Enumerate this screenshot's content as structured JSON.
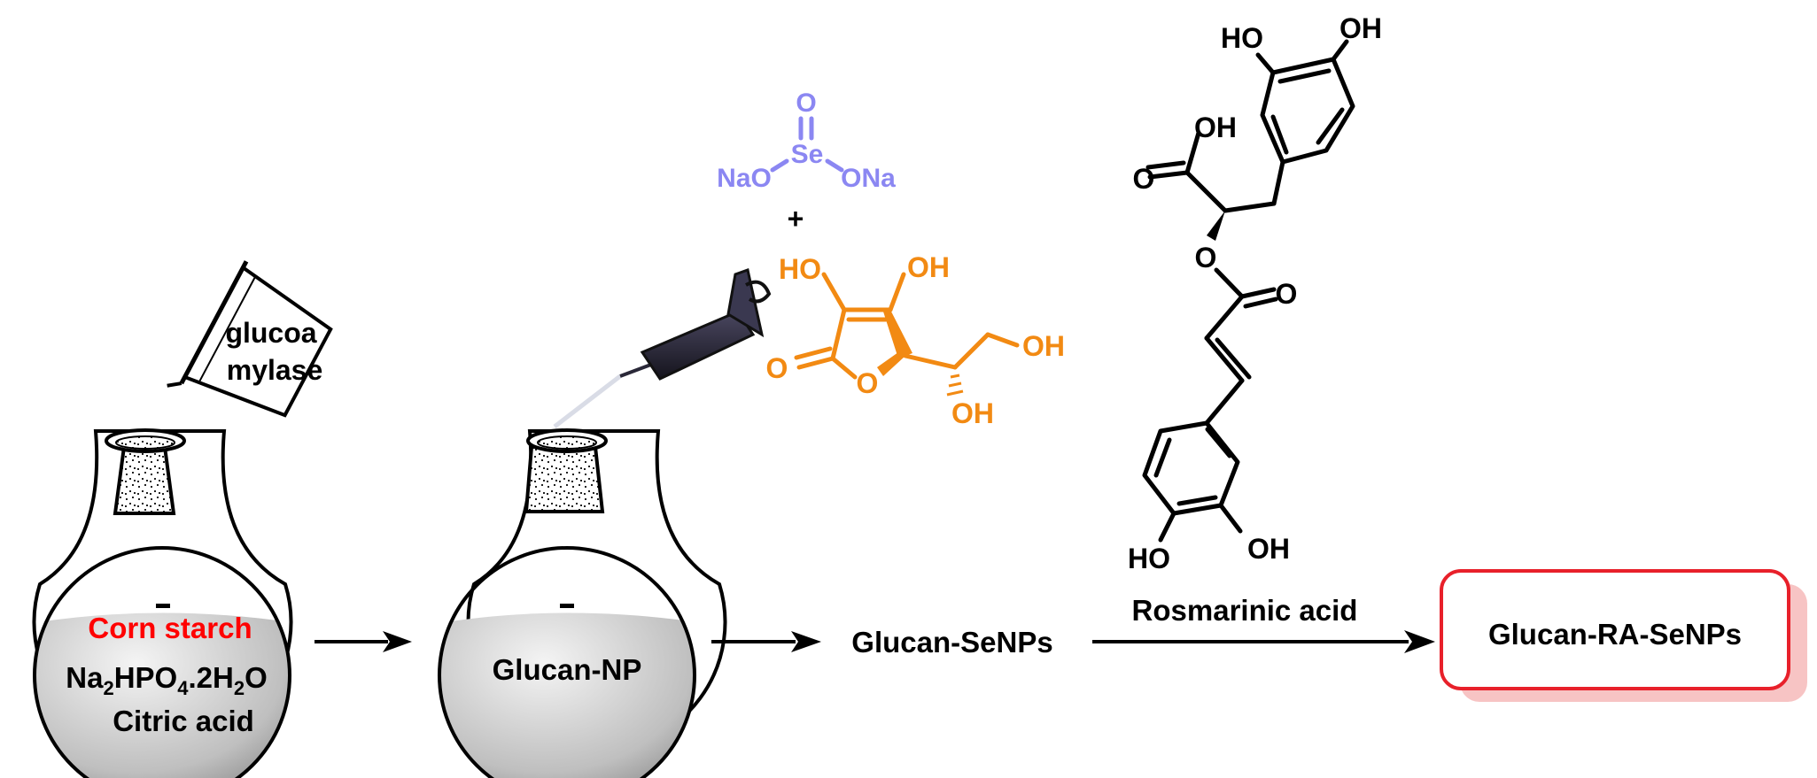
{
  "colors": {
    "selenite": "#8b87f2",
    "ascorbic_acid": "#f28a13",
    "starch_label": "#ff0000",
    "product_box_border": "#e8202a",
    "product_box_shadow": "#f7c4c4",
    "syringe": "#2a2838"
  },
  "flask1": {
    "starch_label": "Corn starch",
    "buffer_main": "Na",
    "buffer_sub1": "2",
    "buffer_mid1": "HPO",
    "buffer_sub2": "4",
    "buffer_mid2": ".2H",
    "buffer_sub3": "2",
    "buffer_end": "O",
    "acid_label": "Citric acid"
  },
  "beaker": {
    "line1": "glucoa",
    "line2": "mylase"
  },
  "flask2": {
    "label": "Glucan-NP"
  },
  "selenite": {
    "o_top": "O",
    "se": "Se",
    "nao": "NaO",
    "ona": "ONa"
  },
  "plus": "+",
  "ascorbic": {
    "ho_left": "HO",
    "oh_right": "OH",
    "carbonyl_o": "O",
    "ring_o": "O",
    "oh_side": "OH",
    "oh_bottom": "OH"
  },
  "rosmarinic": {
    "ho_top": "HO",
    "oh_top": "OH",
    "acid_oh": "OH",
    "acid_o": "O",
    "ester_o": "O",
    "ester_carbonyl_o": "O",
    "ho_bottom": "HO",
    "oh_bottom": "OH",
    "name": "Rosmarinic acid"
  },
  "intermediate": "Glucan-SeNPs",
  "product": "Glucan-RA-SeNPs"
}
